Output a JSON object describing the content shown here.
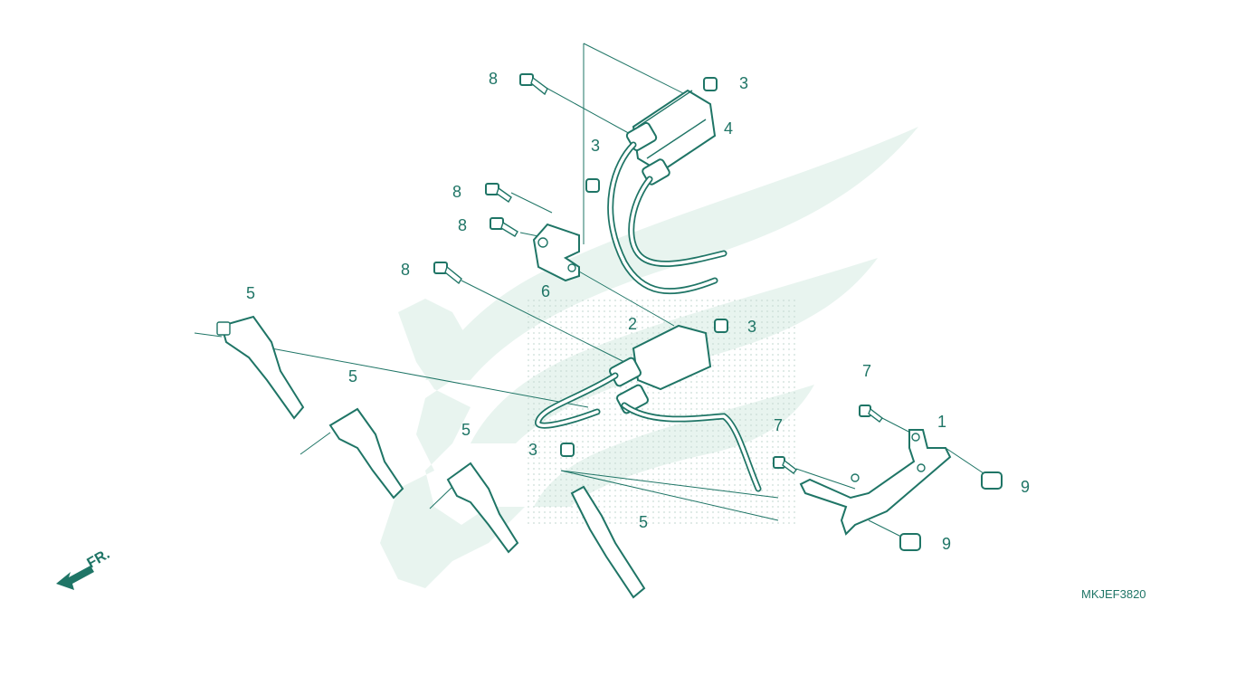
{
  "parts": {
    "p1": "1",
    "p2": "2",
    "p3": "3",
    "p4": "4",
    "p5": "5",
    "p6": "6",
    "p7": "7",
    "p8": "8",
    "p9": "9"
  },
  "diagram_code": "MKJEF3820",
  "front_arrow_label": "FR.",
  "colors": {
    "line": "#1f7566",
    "watermark": "#e8f4ef",
    "background": "#ffffff"
  }
}
